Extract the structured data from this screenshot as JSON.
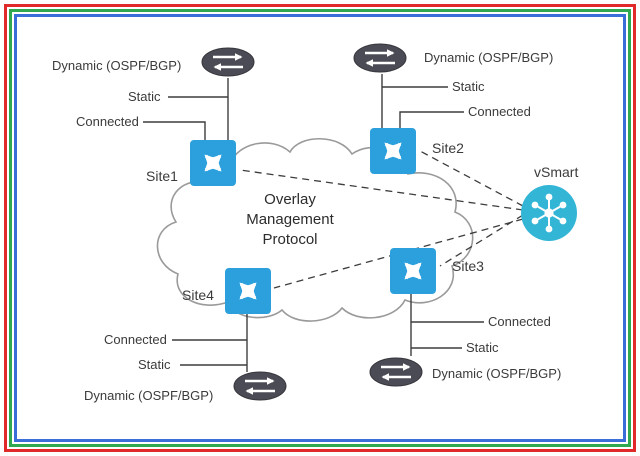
{
  "colors": {
    "border_red": "#e02a2a",
    "border_green": "#2fa84f",
    "border_blue": "#3a6fd8",
    "switch_blue": "#2ba0dc",
    "vsmart_teal": "#33b5d6",
    "router_dark": "#4b4b55",
    "line_dark": "#3d3d3d",
    "cloud_stroke": "#9a9a9a",
    "text": "#3b3b3b"
  },
  "cloud": {
    "line1": "Overlay",
    "line2": "Management",
    "line3": "Protocol"
  },
  "vsmart": {
    "label": "vSmart"
  },
  "site1": {
    "label": "Site1",
    "dynamic": "Dynamic (OSPF/BGP)",
    "static": "Static",
    "connected": "Connected"
  },
  "site2": {
    "label": "Site2",
    "dynamic": "Dynamic (OSPF/BGP)",
    "static": "Static",
    "connected": "Connected"
  },
  "site3": {
    "label": "Site3",
    "dynamic": "Dynamic (OSPF/BGP)",
    "static": "Static",
    "connected": "Connected"
  },
  "site4": {
    "label": "Site4",
    "dynamic": "Dynamic (OSPF/BGP)",
    "static": "Static",
    "connected": "Connected"
  }
}
